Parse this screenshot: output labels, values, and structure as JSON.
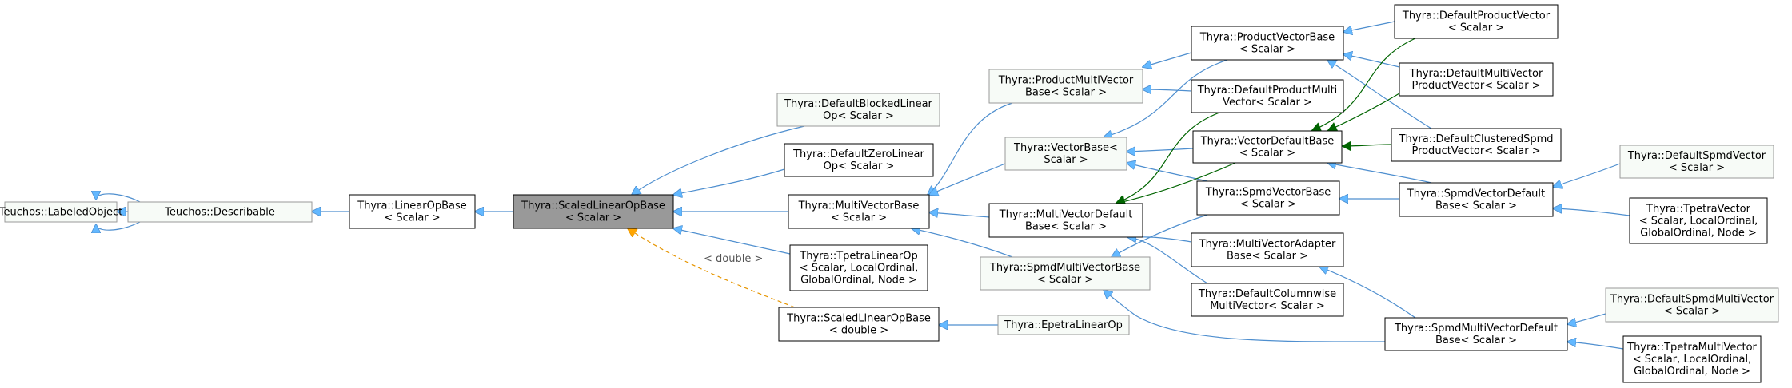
{
  "colors": {
    "inherit_edge": "#4f8fcf",
    "inherit_head": "#63b8ff",
    "composition_edge": "#006400",
    "template_edge": "#e69500",
    "node_border_dark": "#000000",
    "node_border_light": "#999999",
    "node_fill": "#ffffff",
    "node_fill_highlight": "#999999",
    "node_fill_tint": "#f7fbf7"
  },
  "nodes": [
    {
      "id": "labeled",
      "lines": [
        "Teuchos::LabeledObject"
      ]
    },
    {
      "id": "describable",
      "lines": [
        "Teuchos::Describable"
      ]
    },
    {
      "id": "linearop",
      "lines": [
        "Thyra::LinearOpBase",
        "< Scalar >"
      ]
    },
    {
      "id": "scaled",
      "lines": [
        "Thyra::ScaledLinearOpBase",
        "< Scalar >"
      ]
    },
    {
      "id": "dblocked",
      "lines": [
        "Thyra::DefaultBlockedLinear",
        "Op< Scalar >"
      ]
    },
    {
      "id": "dzero",
      "lines": [
        "Thyra::DefaultZeroLinear",
        "Op< Scalar >"
      ]
    },
    {
      "id": "mvbase",
      "lines": [
        "Thyra::MultiVectorBase",
        "< Scalar >"
      ]
    },
    {
      "id": "tpetralo",
      "lines": [
        "Thyra::TpetraLinearOp",
        "< Scalar, LocalOrdinal,",
        "GlobalOrdinal, Node >"
      ]
    },
    {
      "id": "scaleddbl",
      "lines": [
        "Thyra::ScaledLinearOpBase",
        "< double >"
      ]
    },
    {
      "id": "epetra",
      "lines": [
        "Thyra::EpetraLinearOp"
      ]
    },
    {
      "id": "pmvbase",
      "lines": [
        "Thyra::ProductMultiVector",
        "Base< Scalar >"
      ]
    },
    {
      "id": "vbase",
      "lines": [
        "Thyra::VectorBase<",
        "Scalar >"
      ]
    },
    {
      "id": "mvdefault",
      "lines": [
        "Thyra::MultiVectorDefault",
        "Base< Scalar >"
      ]
    },
    {
      "id": "spmdmvbase",
      "lines": [
        "Thyra::SpmdMultiVectorBase",
        "< Scalar >"
      ]
    },
    {
      "id": "pvbase",
      "lines": [
        "Thyra::ProductVectorBase",
        "< Scalar >"
      ]
    },
    {
      "id": "dpmv",
      "lines": [
        "Thyra::DefaultProductMulti",
        "Vector< Scalar >"
      ]
    },
    {
      "id": "vdefault",
      "lines": [
        "Thyra::VectorDefaultBase",
        "< Scalar >"
      ]
    },
    {
      "id": "spmdvbase",
      "lines": [
        "Thyra::SpmdVectorBase",
        "< Scalar >"
      ]
    },
    {
      "id": "mvadapter",
      "lines": [
        "Thyra::MultiVectorAdapter",
        "Base< Scalar >"
      ]
    },
    {
      "id": "dcolwise",
      "lines": [
        "Thyra::DefaultColumnwise",
        "MultiVector< Scalar >"
      ]
    },
    {
      "id": "dpv",
      "lines": [
        "Thyra::DefaultProductVector",
        "< Scalar >"
      ]
    },
    {
      "id": "dmvpv",
      "lines": [
        "Thyra::DefaultMultiVector",
        "ProductVector< Scalar >"
      ]
    },
    {
      "id": "dclustered",
      "lines": [
        "Thyra::DefaultClusteredSpmd",
        "ProductVector< Scalar >"
      ]
    },
    {
      "id": "spmdvdefault",
      "lines": [
        "Thyra::SpmdVectorDefault",
        "Base< Scalar >"
      ]
    },
    {
      "id": "spmdmvdefault",
      "lines": [
        "Thyra::SpmdMultiVectorDefault",
        "Base< Scalar >"
      ]
    },
    {
      "id": "dspmdv",
      "lines": [
        "Thyra::DefaultSpmdVector",
        "< Scalar >"
      ]
    },
    {
      "id": "tpetrav",
      "lines": [
        "Thyra::TpetraVector",
        "< Scalar, LocalOrdinal,",
        "GlobalOrdinal, Node >"
      ]
    },
    {
      "id": "dspmdmv",
      "lines": [
        "Thyra::DefaultSpmdMultiVector",
        "< Scalar >"
      ]
    },
    {
      "id": "tpetramv",
      "lines": [
        "Thyra::TpetraMultiVector",
        "< Scalar, LocalOrdinal,",
        "GlobalOrdinal, Node >"
      ]
    }
  ],
  "edges": [
    {
      "from": "describable",
      "to": "labeled",
      "kind": "inherit"
    },
    {
      "from": "linearop",
      "to": "describable",
      "kind": "inherit"
    },
    {
      "from": "scaled",
      "to": "linearop",
      "kind": "inherit"
    },
    {
      "from": "dblocked",
      "to": "scaled",
      "kind": "inherit"
    },
    {
      "from": "dzero",
      "to": "scaled",
      "kind": "inherit"
    },
    {
      "from": "mvbase",
      "to": "scaled",
      "kind": "inherit"
    },
    {
      "from": "tpetralo",
      "to": "scaled",
      "kind": "inherit"
    },
    {
      "from": "scaleddbl",
      "to": "scaled",
      "kind": "template",
      "label": "< double >"
    },
    {
      "from": "epetra",
      "to": "scaleddbl",
      "kind": "inherit"
    },
    {
      "from": "pmvbase",
      "to": "mvbase",
      "kind": "inherit"
    },
    {
      "from": "vbase",
      "to": "mvbase",
      "kind": "inherit"
    },
    {
      "from": "mvdefault",
      "to": "mvbase",
      "kind": "inherit"
    },
    {
      "from": "spmdmvbase",
      "to": "mvbase",
      "kind": "inherit"
    },
    {
      "from": "pvbase",
      "to": "pmvbase",
      "kind": "inherit"
    },
    {
      "from": "dpmv",
      "to": "pmvbase",
      "kind": "inherit"
    },
    {
      "from": "pvbase",
      "to": "vbase",
      "kind": "inherit"
    },
    {
      "from": "vdefault",
      "to": "vbase",
      "kind": "inherit"
    },
    {
      "from": "spmdvbase",
      "to": "vbase",
      "kind": "inherit"
    },
    {
      "from": "dpmv",
      "to": "mvdefault",
      "kind": "composition"
    },
    {
      "from": "vdefault",
      "to": "mvdefault",
      "kind": "composition"
    },
    {
      "from": "mvadapter",
      "to": "mvdefault",
      "kind": "inherit"
    },
    {
      "from": "dcolwise",
      "to": "mvdefault",
      "kind": "inherit"
    },
    {
      "from": "spmdvbase",
      "to": "spmdmvbase",
      "kind": "inherit"
    },
    {
      "from": "spmdmvdefault",
      "to": "spmdmvbase",
      "kind": "inherit"
    },
    {
      "from": "spmdmvdefault",
      "to": "mvadapter",
      "kind": "inherit"
    },
    {
      "from": "dpv",
      "to": "pvbase",
      "kind": "inherit"
    },
    {
      "from": "dmvpv",
      "to": "pvbase",
      "kind": "inherit"
    },
    {
      "from": "dclustered",
      "to": "pvbase",
      "kind": "inherit"
    },
    {
      "from": "dpv",
      "to": "vdefault",
      "kind": "composition"
    },
    {
      "from": "dmvpv",
      "to": "vdefault",
      "kind": "composition"
    },
    {
      "from": "dclustered",
      "to": "vdefault",
      "kind": "composition"
    },
    {
      "from": "spmdvdefault",
      "to": "vdefault",
      "kind": "inherit"
    },
    {
      "from": "spmdvdefault",
      "to": "spmdvbase",
      "kind": "inherit"
    },
    {
      "from": "dspmdv",
      "to": "spmdvdefault",
      "kind": "inherit"
    },
    {
      "from": "tpetrav",
      "to": "spmdvdefault",
      "kind": "inherit"
    },
    {
      "from": "dspmdmv",
      "to": "spmdmvdefault",
      "kind": "inherit"
    },
    {
      "from": "tpetramv",
      "to": "spmdmvdefault",
      "kind": "inherit"
    }
  ]
}
